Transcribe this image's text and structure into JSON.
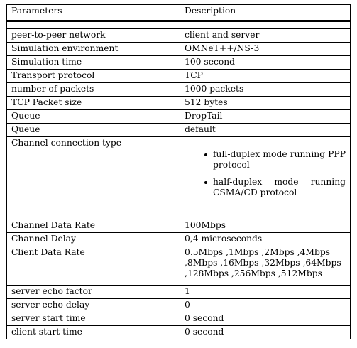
{
  "table": {
    "headers": [
      "Parameters",
      "Description"
    ],
    "rows": [
      {
        "param": "peer-to-peer network",
        "desc": "client and server"
      },
      {
        "param": "Simulation environment",
        "desc": "OMNeT++/NS-3"
      },
      {
        "param": "Simulation time",
        "desc": "100 second"
      },
      {
        "param": "Transport protocol",
        "desc": "TCP"
      },
      {
        "param": "number of packets",
        "desc": "1000 packets"
      },
      {
        "param": "TCP Packet size",
        "desc": "512 bytes"
      },
      {
        "param": "Queue",
        "desc": "DropTail"
      },
      {
        "param": "Queue",
        "desc": "default"
      },
      {
        "param": "Channel connection type",
        "bullets": [
          "full-duplex mode running PPP protocol",
          "half-duplex mode running CSMA/CD protocol"
        ]
      },
      {
        "param": "Channel Data Rate",
        "desc": "100Mbps"
      },
      {
        "param": "Channel Delay",
        "desc": "0,4 microseconds"
      },
      {
        "param": "Client Data Rate",
        "desc": "0.5Mbps ,1Mbps ,2Mbps ,4Mbps ,8Mbps ,16Mbps ,32Mbps ,64Mbps ,128Mbps ,256Mbps ,512Mbps"
      },
      {
        "param": "server echo factor",
        "desc": "1"
      },
      {
        "param": "server echo delay",
        "desc": "0"
      },
      {
        "param": "server start time",
        "desc": "0 second"
      },
      {
        "param": "client start time",
        "desc": "0 second"
      }
    ]
  }
}
